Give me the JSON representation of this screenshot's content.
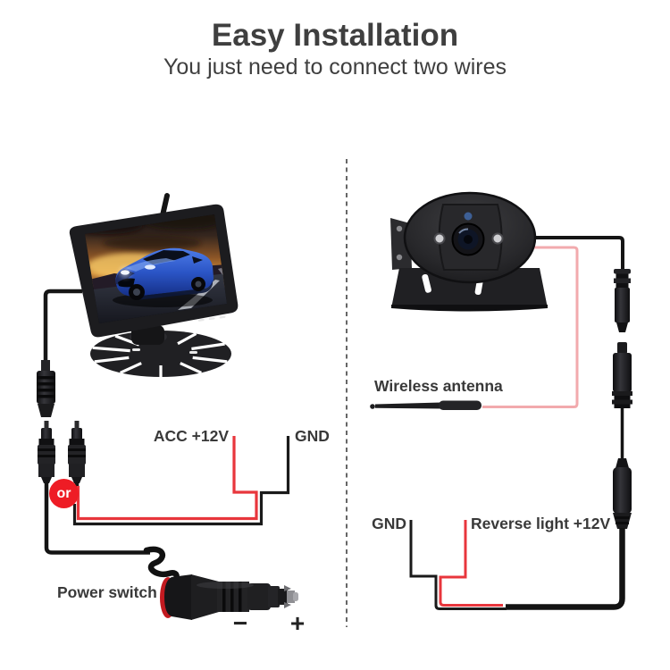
{
  "header": {
    "title": "Easy Installation",
    "subtitle": "You just need to connect two wires"
  },
  "monitor_section": {
    "acc_label": "ACC +12V",
    "gnd_label": "GND",
    "or_badge": "or",
    "power_switch_label": "Power switch",
    "minus_symbol": "−",
    "plus_symbol": "+"
  },
  "camera_section": {
    "wireless_antenna_label": "Wireless antenna",
    "gnd_label": "GND",
    "reverse_light_label": "Reverse light +12V"
  },
  "colors": {
    "wire_red": "#e8363c",
    "wire_pink": "#f2aaad",
    "wire_black": "#161616",
    "badge_red": "#ee1c25",
    "text_dark": "#3f3f3f"
  }
}
